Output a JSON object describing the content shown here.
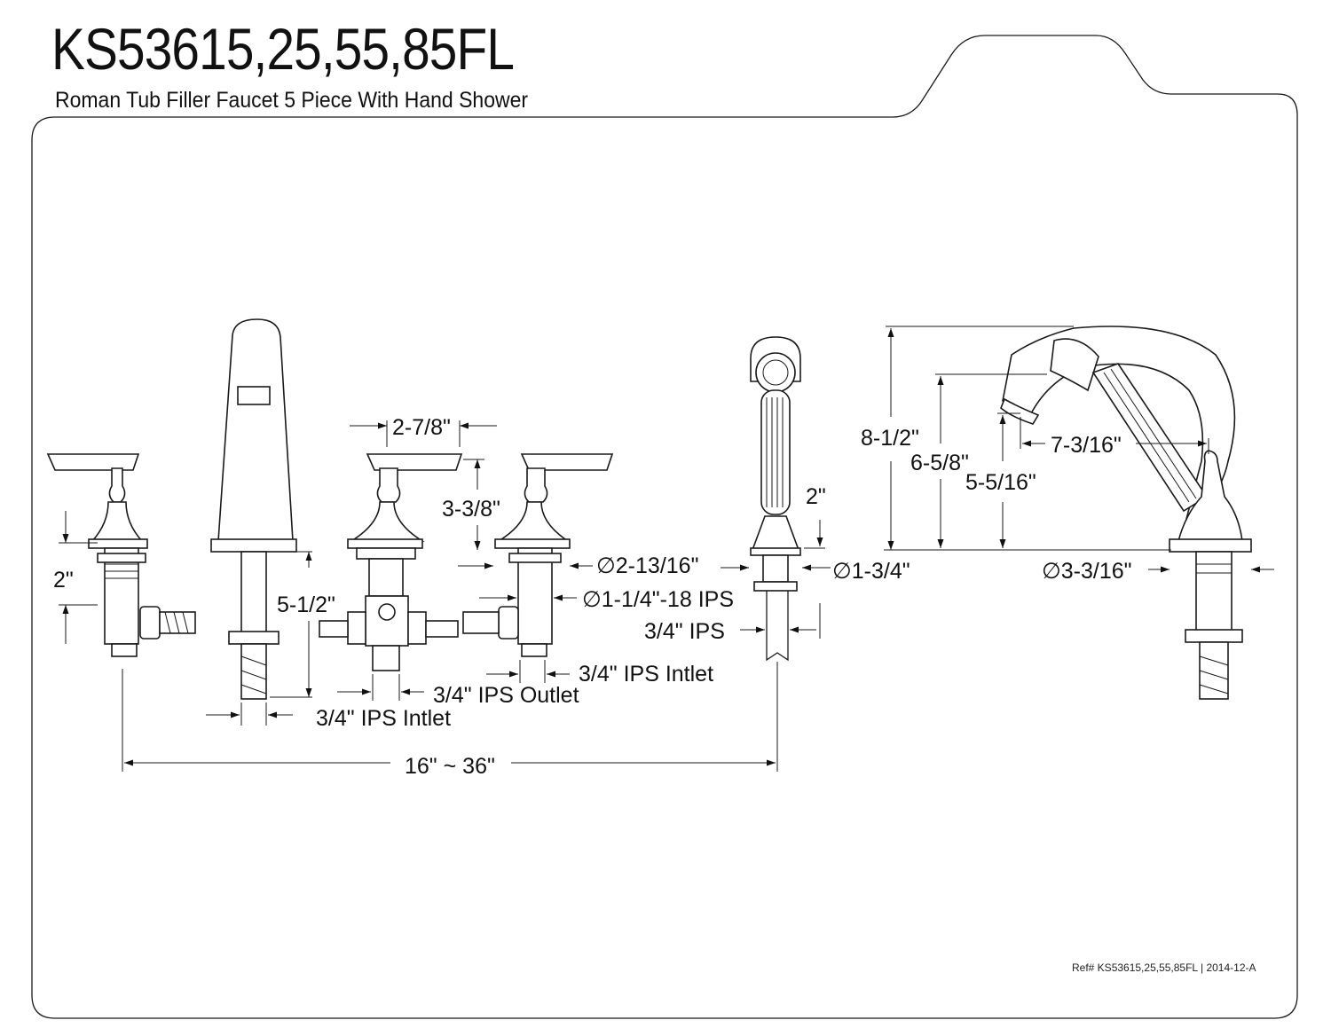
{
  "header": {
    "model": "KS53615,25,55,85FL",
    "description": "Roman Tub Filler Faucet 5 Piece With Hand Shower"
  },
  "dimensions": {
    "handle_offset_2": "2\"",
    "spout_shank": "5-1/2\"",
    "handle_spread": "2-7/8\"",
    "handle_height": "3-3/8\"",
    "diverter_outlet": "3/4\" IPS Outlet",
    "spout_inlet": "3/4\" IPS Intlet",
    "valve_inlet": "3/4\" IPS Intlet",
    "flange_dia": "∅2-13/16\"",
    "shank_thread": "∅1-1/4\"-18 IPS",
    "shower_height": "2\"",
    "shower_flange": "∅1-3/4\"",
    "shower_thread": "3/4\" IPS",
    "overall_spread": "16\" ~ 36\"",
    "overall_height": "8-1/2\"",
    "spout_height": "6-5/8\"",
    "spout_outlet_height": "5-5/16\"",
    "spout_reach": "7-3/16\"",
    "spout_base_dia": "∅3-3/16\""
  },
  "footer": {
    "reference": "Ref# KS53615,25,55,85FL | 2014-12-A"
  },
  "colors": {
    "line": "#1a1a1a",
    "background": "#ffffff"
  }
}
